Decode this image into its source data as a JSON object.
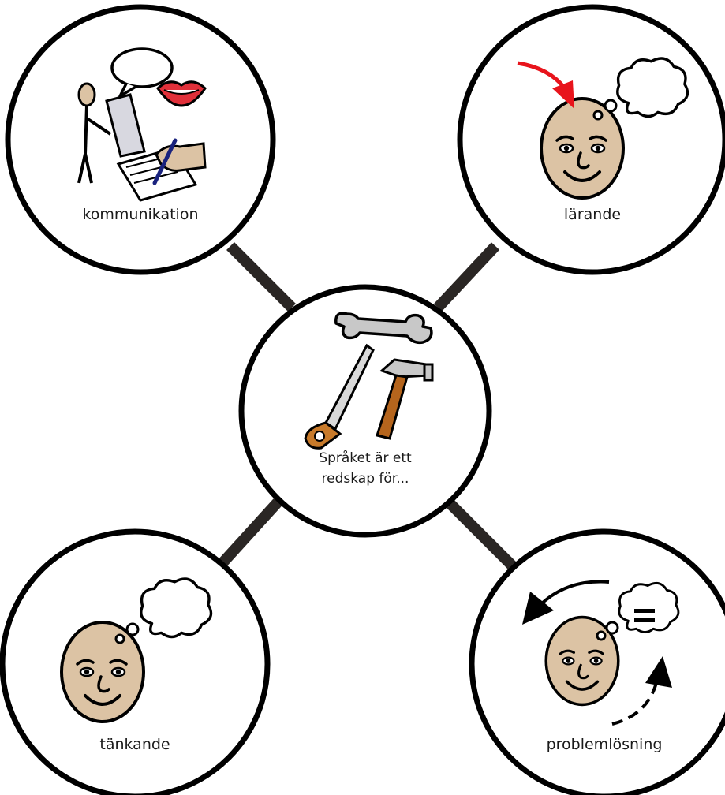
{
  "diagram": {
    "center": {
      "line1": "Språket är ett",
      "line2": "redskap för..."
    },
    "nodes": [
      {
        "id": "kommunikation",
        "label": "kommunikation",
        "icon": "communication-icon"
      },
      {
        "id": "larande",
        "label": "lärande",
        "icon": "learning-head-icon"
      },
      {
        "id": "tankande",
        "label": "tänkande",
        "icon": "thinking-head-icon"
      },
      {
        "id": "problemlosning",
        "label": "problemlösning",
        "icon": "problem-solving-head-icon"
      }
    ],
    "center_icon": "tools-icon",
    "colors": {
      "stroke": "#000000",
      "connector": "#2a2624",
      "skin": "#dcc3a4",
      "arrow_red": "#e8141c",
      "lips": "#e0303a",
      "wood": "#b5651d"
    }
  }
}
